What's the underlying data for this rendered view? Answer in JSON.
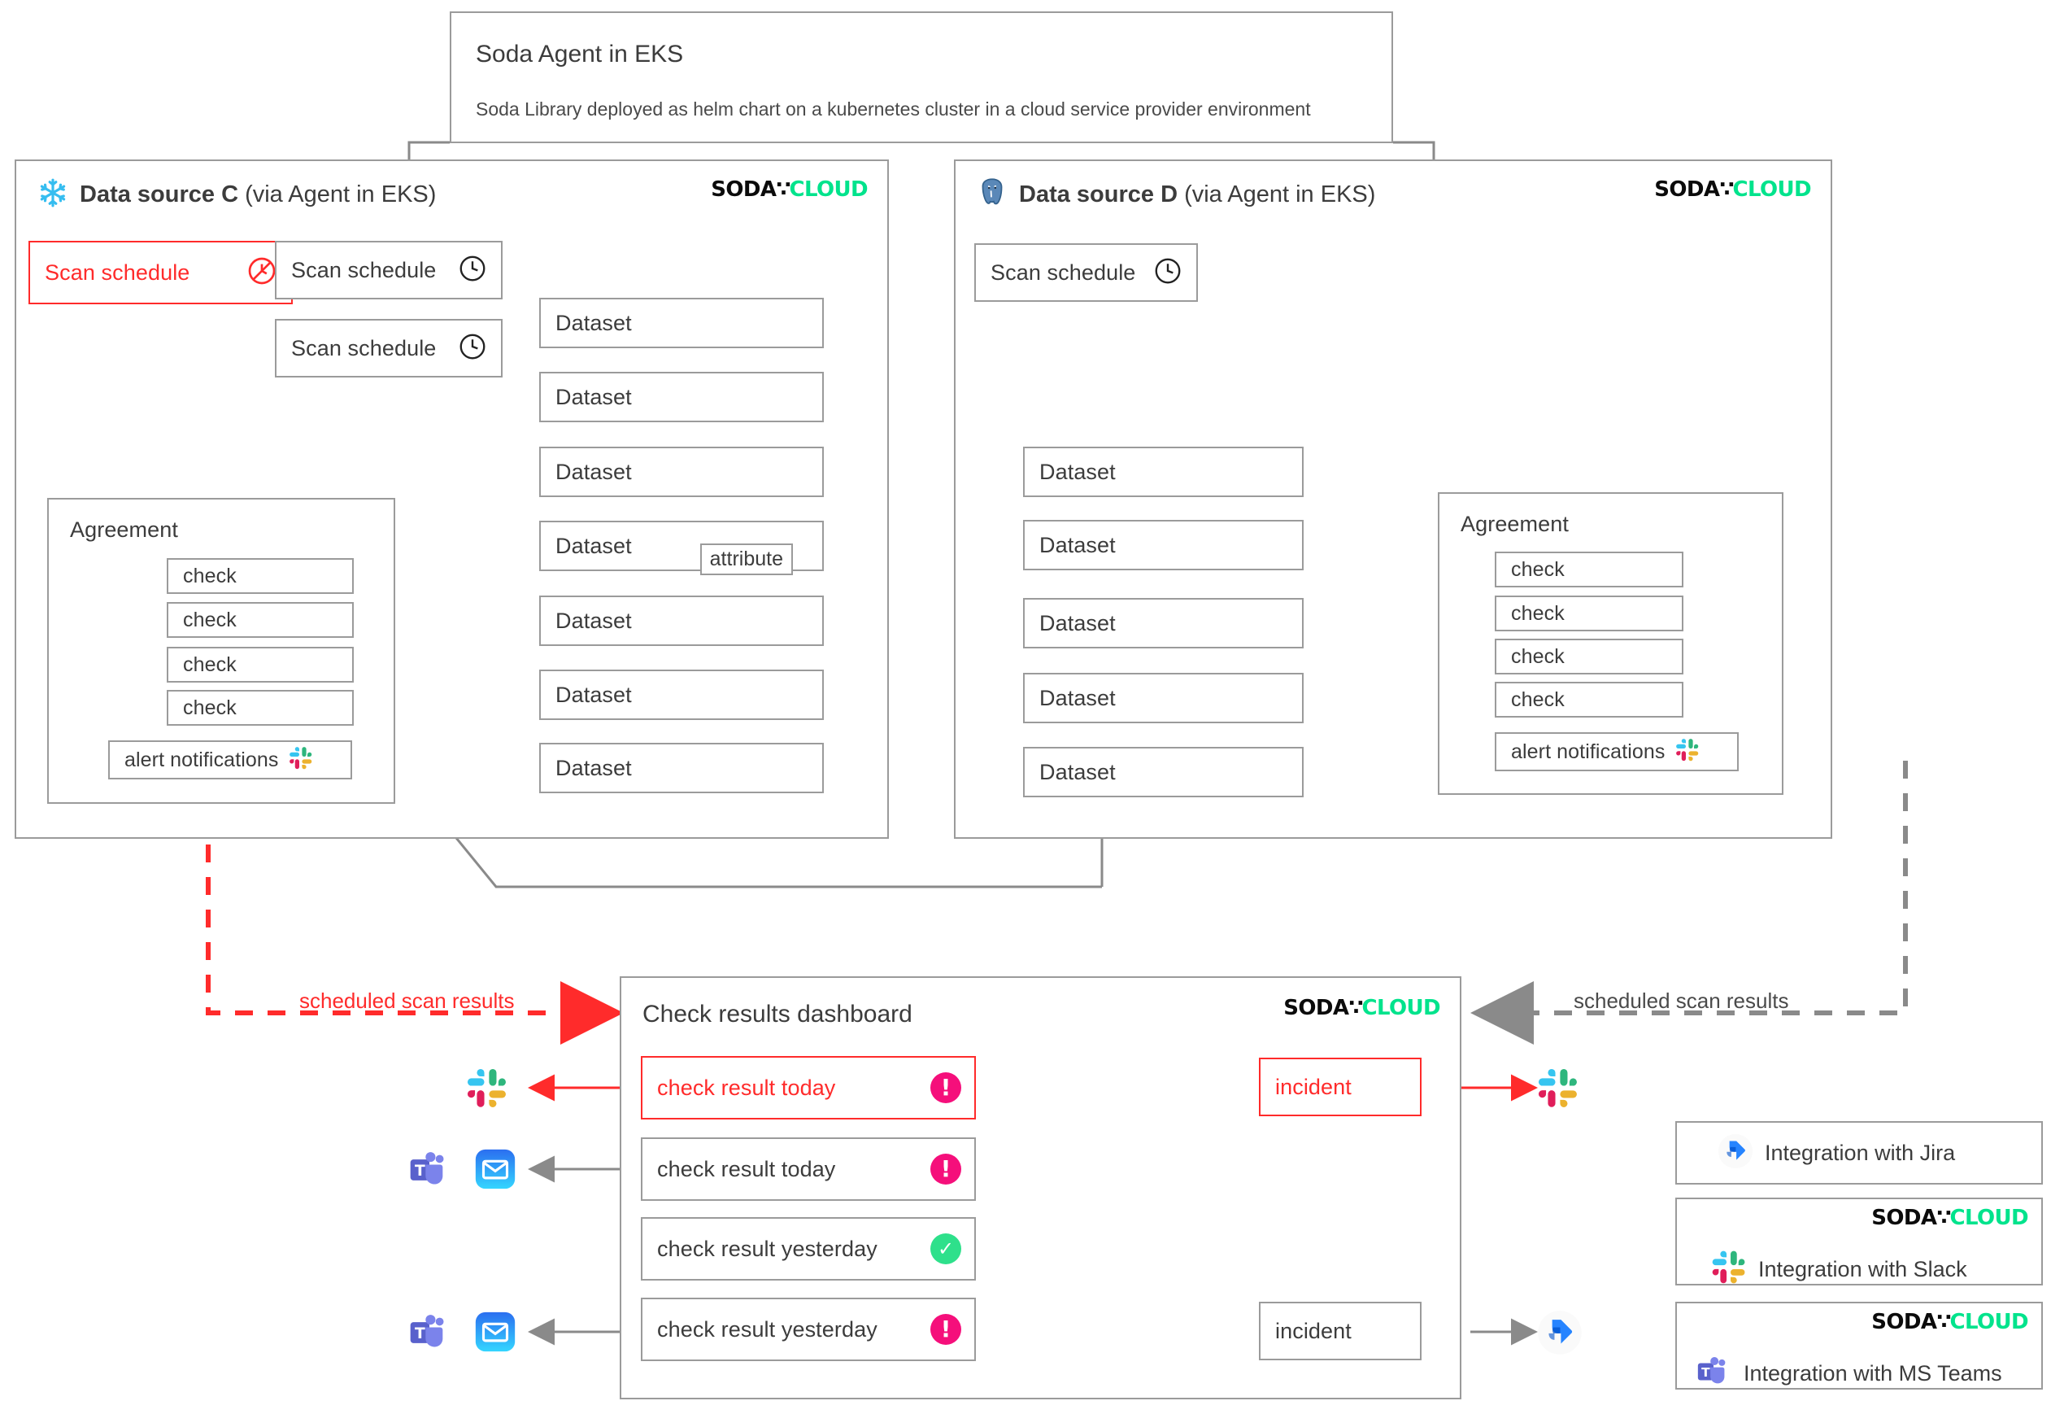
{
  "agent": {
    "title": "Soda Agent in EKS",
    "subtitle": "Soda Library deployed as helm chart on a kubernetes cluster in a cloud service provider environment"
  },
  "brand": {
    "soda": "SODA",
    "cloud": "CLOUD",
    "green": "#00e38c",
    "red": "#ff2b2b",
    "gray": "#9b9b9b"
  },
  "panel_c": {
    "icon": "snowflake-icon",
    "title_strong": "Data source C",
    "title_rest": " (via Agent in EKS)",
    "schedules": [
      {
        "label": "Scan schedule",
        "icon": "clock-disabled-icon",
        "state": "disabled"
      },
      {
        "label": "Scan schedule",
        "icon": "clock-icon",
        "state": "active"
      },
      {
        "label": "Scan schedule",
        "icon": "clock-icon",
        "state": "active"
      }
    ],
    "agreement": {
      "label": "Agreement",
      "checks": [
        "check",
        "check",
        "check",
        "check"
      ],
      "alert": {
        "label": "alert notifications",
        "icon": "slack-icon"
      }
    },
    "datasets": [
      {
        "label": "Dataset"
      },
      {
        "label": "Dataset"
      },
      {
        "label": "Dataset"
      },
      {
        "label": "Dataset",
        "attribute": "attribute"
      },
      {
        "label": "Dataset"
      },
      {
        "label": "Dataset"
      },
      {
        "label": "Dataset"
      }
    ]
  },
  "panel_d": {
    "icon": "postgresql-icon",
    "title_strong": "Data source D",
    "title_rest": " (via Agent in EKS)",
    "schedules": [
      {
        "label": "Scan schedule",
        "icon": "clock-icon",
        "state": "active"
      }
    ],
    "agreement": {
      "label": "Agreement",
      "checks": [
        "check",
        "check",
        "check",
        "check"
      ],
      "alert": {
        "label": "alert notifications",
        "icon": "slack-icon"
      }
    },
    "datasets": [
      {
        "label": "Dataset"
      },
      {
        "label": "Dataset"
      },
      {
        "label": "Dataset"
      },
      {
        "label": "Dataset"
      },
      {
        "label": "Dataset"
      }
    ]
  },
  "flows": {
    "left_label": "scheduled scan results",
    "right_label": "scheduled scan results"
  },
  "dashboard": {
    "title": "Check results dashboard",
    "results": [
      {
        "label": "check result today",
        "status": "warn",
        "style": "red",
        "notify": "slack-icon"
      },
      {
        "label": "check result today",
        "status": "warn",
        "style": "gray",
        "notify": "teams-mail-icons"
      },
      {
        "label": "check result yesterday",
        "status": "ok",
        "style": "gray",
        "notify": ""
      },
      {
        "label": "check result yesterday",
        "status": "warn",
        "style": "gray",
        "notify": "teams-mail-icons"
      }
    ],
    "incidents": [
      {
        "label": "incident",
        "style": "red",
        "target": "slack-icon"
      },
      {
        "label": "incident",
        "style": "gray",
        "target": "jira-icon"
      }
    ]
  },
  "legend": [
    {
      "text": "Integration with Jira",
      "icon": "jira-icon",
      "soda": false
    },
    {
      "text": "Integration with Slack",
      "icon": "slack-icon",
      "soda": true
    },
    {
      "text": "Integration with MS Teams",
      "icon": "teams-icon",
      "soda": true
    }
  ]
}
